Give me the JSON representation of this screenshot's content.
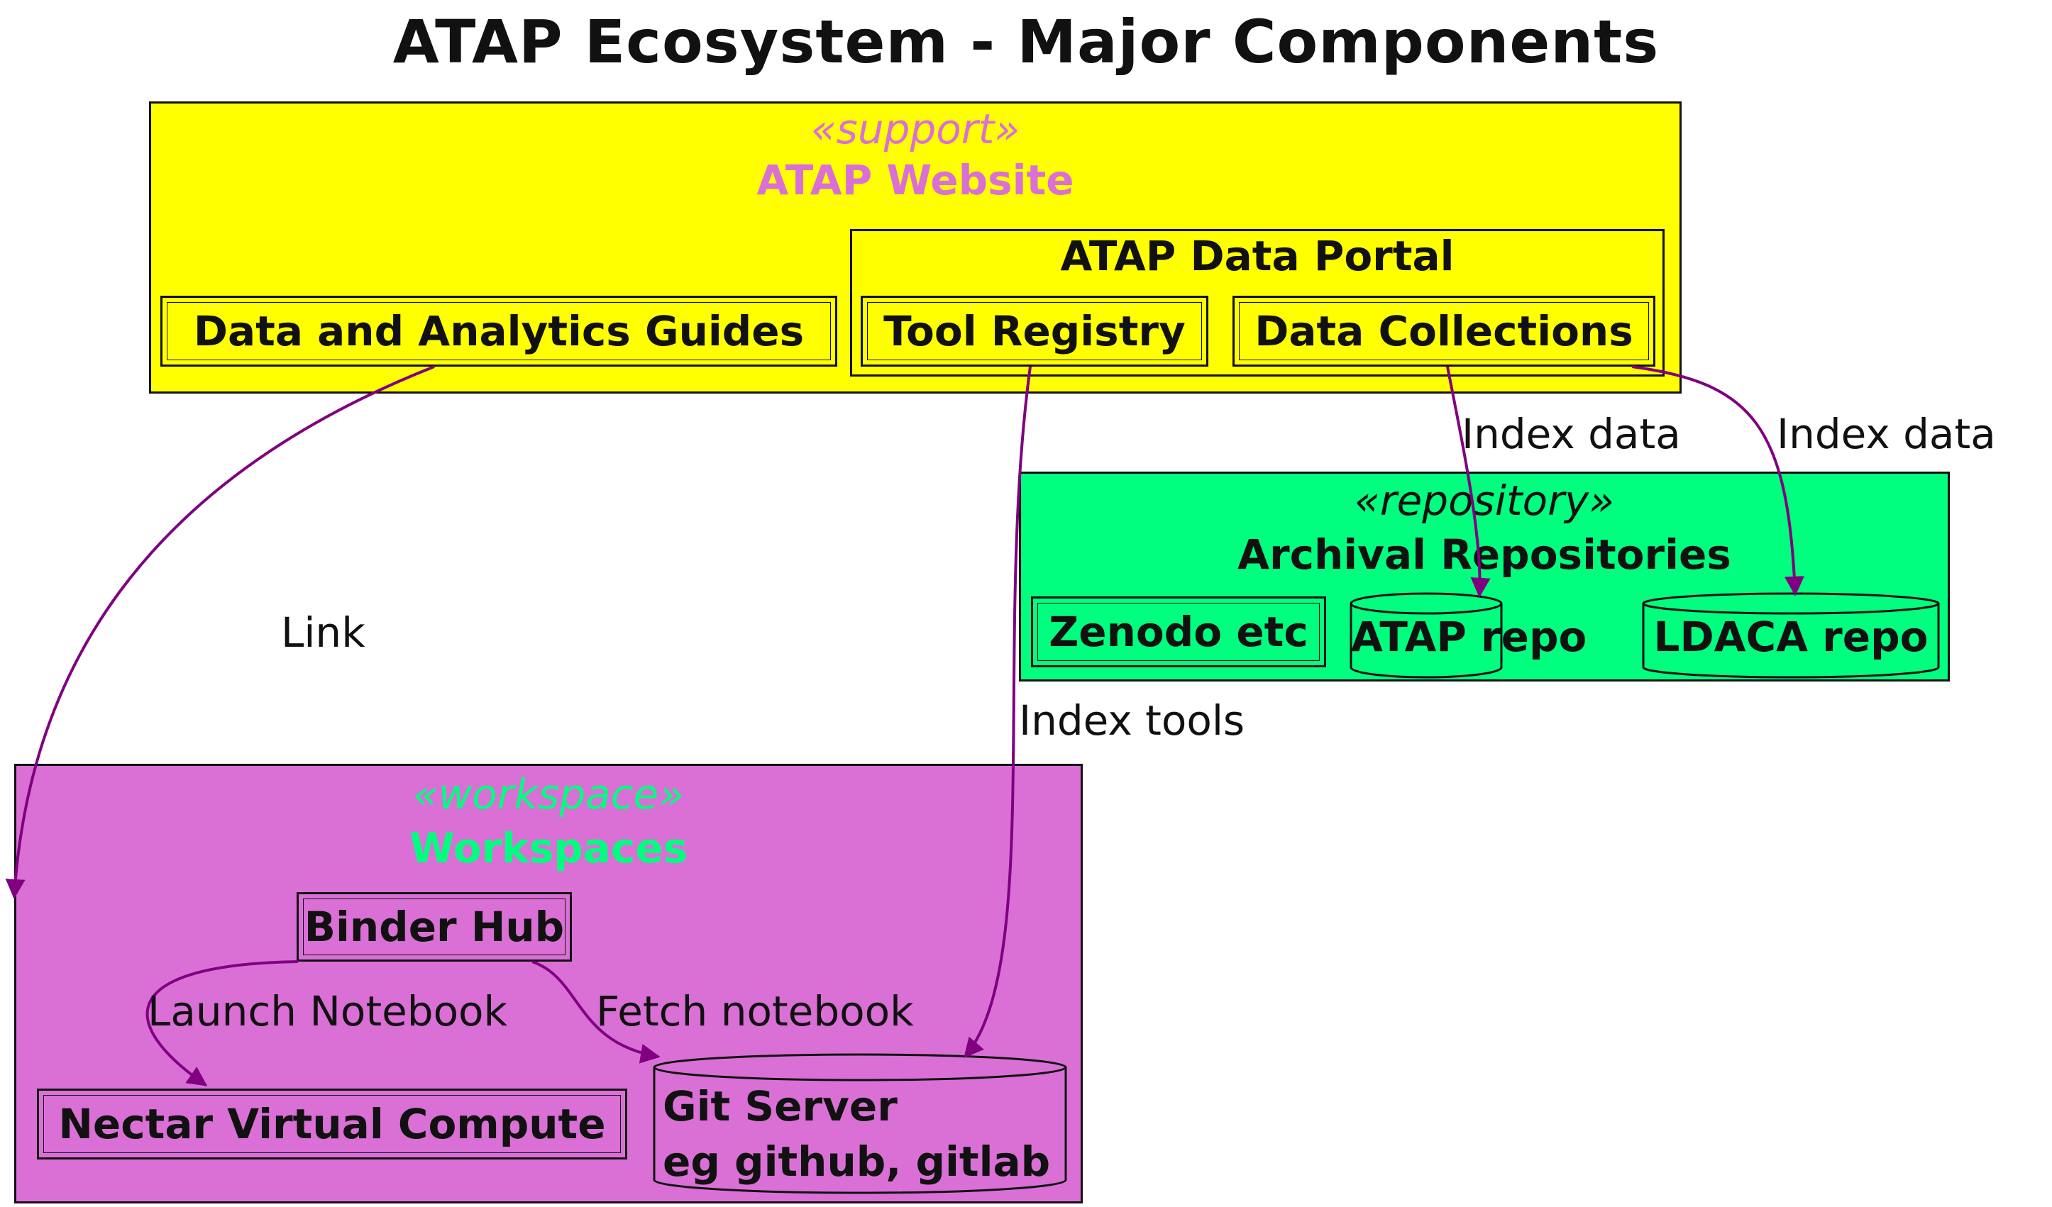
{
  "title": "ATAP Ecosystem - Major Components",
  "colors": {
    "support": "#ffff00",
    "repository": "#00ff7f",
    "workspace": "#da70d6",
    "edge": "#800080"
  },
  "support_group": {
    "stereotype": "«support»",
    "name": "ATAP Website",
    "guides": "Data and Analytics Guides",
    "portal": {
      "name": "ATAP Data Portal",
      "tool_registry": "Tool Registry",
      "data_collections": "Data Collections"
    }
  },
  "repository_group": {
    "stereotype": "«repository»",
    "name": "Archival Repositories",
    "zenodo": "Zenodo etc",
    "atap_repo": "ATAP repo",
    "ldaca_repo": "LDACA repo"
  },
  "workspace_group": {
    "stereotype": "«workspace»",
    "name": "Workspaces",
    "binder_hub": "Binder Hub",
    "nectar": "Nectar Virtual Compute",
    "git_server_line1": "Git Server",
    "git_server_line2": "eg github, gitlab"
  },
  "edges": {
    "link": "Link",
    "index_data_1": "Index data",
    "index_data_2": "Index data",
    "index_tools": "Index tools",
    "launch_notebook": "Launch Notebook",
    "fetch_notebook": "Fetch notebook"
  }
}
